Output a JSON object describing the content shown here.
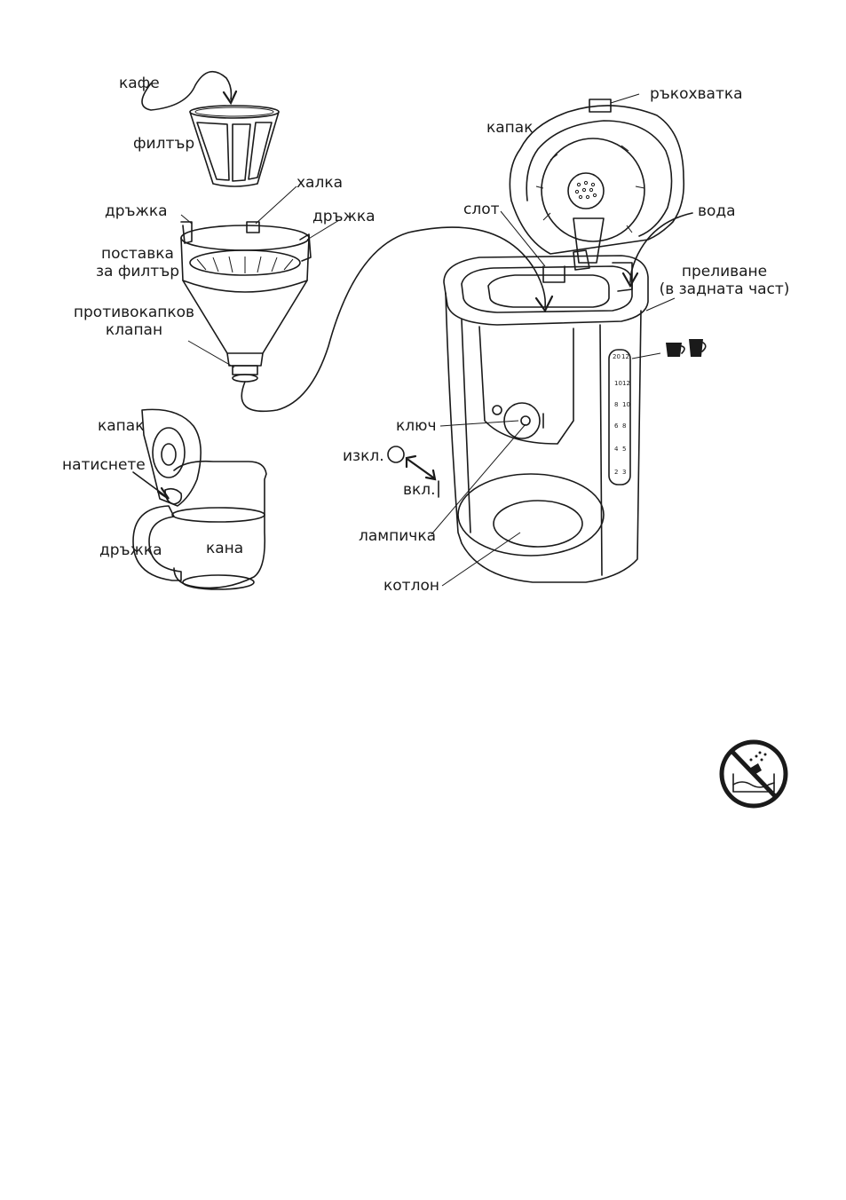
{
  "labels": {
    "coffee": "кафе",
    "filter": "филтър",
    "ring": "халка",
    "handle_left": "дръжка",
    "handle_right": "дръжка",
    "filter_holder": "поставка\nза филтър",
    "drip_valve": "противокапков\nклапан",
    "jug_lid": "капак",
    "press": "натиснете",
    "jug_handle": "дръжка",
    "jug": "кана",
    "grip": "ръкохватка",
    "lid": "капак",
    "slot": "слот",
    "water": "вода",
    "overflow": "преливане\n(в задната част)",
    "switch": "ключ",
    "off": "изкл.",
    "on": "вкл.",
    "lamp": "лампичка",
    "hotplate": "котлон",
    "switch_on_mark": "I"
  },
  "gauge": {
    "cups_large": [
      "10",
      "8",
      "6",
      "4",
      "2"
    ],
    "cups_small": [
      "12",
      "10",
      "8",
      "5",
      "3"
    ],
    "top_large": "20",
    "top_small": "12"
  },
  "icons": {
    "cups": "cup-icons",
    "no_immersion": "no-immersion-icon"
  },
  "colors": {
    "ink": "#1a1a1a",
    "paper": "#ffffff"
  }
}
